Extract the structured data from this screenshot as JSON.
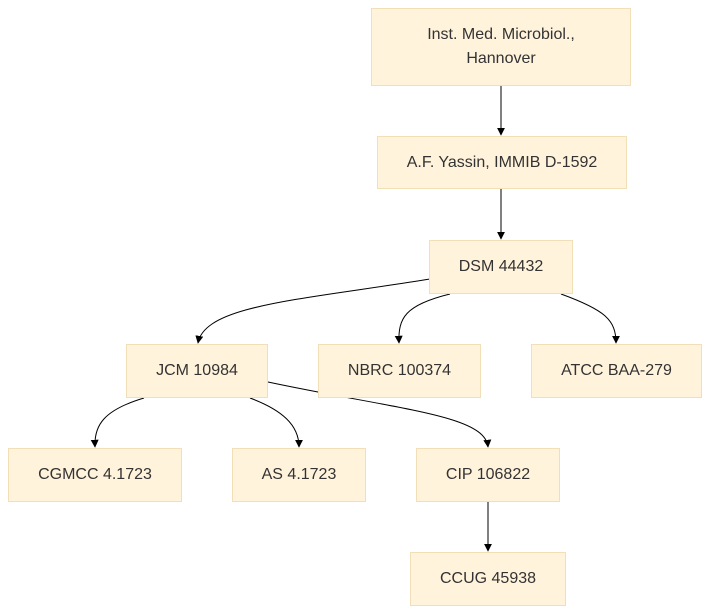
{
  "diagram": {
    "nodes": {
      "inst_med": {
        "label": "Inst. Med. Microbiol., Hannover"
      },
      "yassin": {
        "label": "A.F. Yassin, IMMIB D-1592"
      },
      "dsm": {
        "label": "DSM 44432"
      },
      "jcm": {
        "label": "JCM 10984"
      },
      "nbrc": {
        "label": "NBRC 100374"
      },
      "atcc": {
        "label": "ATCC BAA-279"
      },
      "cgmcc": {
        "label": "CGMCC 4.1723"
      },
      "as": {
        "label": "AS 4.1723"
      },
      "cip": {
        "label": "CIP 106822"
      },
      "ccug": {
        "label": "CCUG 45938"
      }
    },
    "edges": [
      {
        "from": "inst_med",
        "to": "yassin"
      },
      {
        "from": "yassin",
        "to": "dsm"
      },
      {
        "from": "dsm",
        "to": "jcm"
      },
      {
        "from": "dsm",
        "to": "nbrc"
      },
      {
        "from": "dsm",
        "to": "atcc"
      },
      {
        "from": "jcm",
        "to": "cgmcc"
      },
      {
        "from": "jcm",
        "to": "as"
      },
      {
        "from": "jcm",
        "to": "cip"
      },
      {
        "from": "cip",
        "to": "ccug"
      }
    ]
  }
}
